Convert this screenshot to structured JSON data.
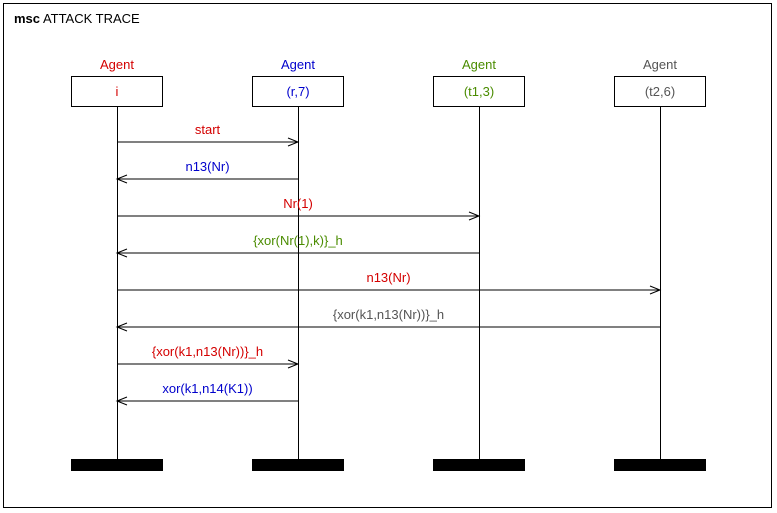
{
  "diagram": {
    "title_keyword": "msc",
    "title_text": "ATTACK TRACE",
    "colors": {
      "red": "#d40000",
      "blue": "#0000cc",
      "green": "#4a8c00",
      "gray": "#555555"
    },
    "agents": [
      {
        "role": "Agent",
        "name": "i",
        "color": "#d40000"
      },
      {
        "role": "Agent",
        "name": "(r,7)",
        "color": "#0000cc"
      },
      {
        "role": "Agent",
        "name": "(t1,3)",
        "color": "#4a8c00"
      },
      {
        "role": "Agent",
        "name": "(t2,6)",
        "color": "#555555"
      }
    ],
    "messages": [
      {
        "from": 0,
        "to": 1,
        "label": "start",
        "color": "#d40000"
      },
      {
        "from": 1,
        "to": 0,
        "label": "n13(Nr)",
        "color": "#0000cc"
      },
      {
        "from": 0,
        "to": 2,
        "label": "Nr(1)",
        "color": "#d40000"
      },
      {
        "from": 2,
        "to": 0,
        "label": "{xor(Nr(1),k)}_h",
        "color": "#4a8c00"
      },
      {
        "from": 0,
        "to": 3,
        "label": "n13(Nr)",
        "color": "#d40000"
      },
      {
        "from": 3,
        "to": 0,
        "label": "{xor(k1,n13(Nr))}_h",
        "color": "#555555"
      },
      {
        "from": 0,
        "to": 1,
        "label": "{xor(k1,n13(Nr))}_h",
        "color": "#d40000"
      },
      {
        "from": 1,
        "to": 0,
        "label": "xor(k1,n14(K1))",
        "color": "#0000cc"
      }
    ]
  }
}
